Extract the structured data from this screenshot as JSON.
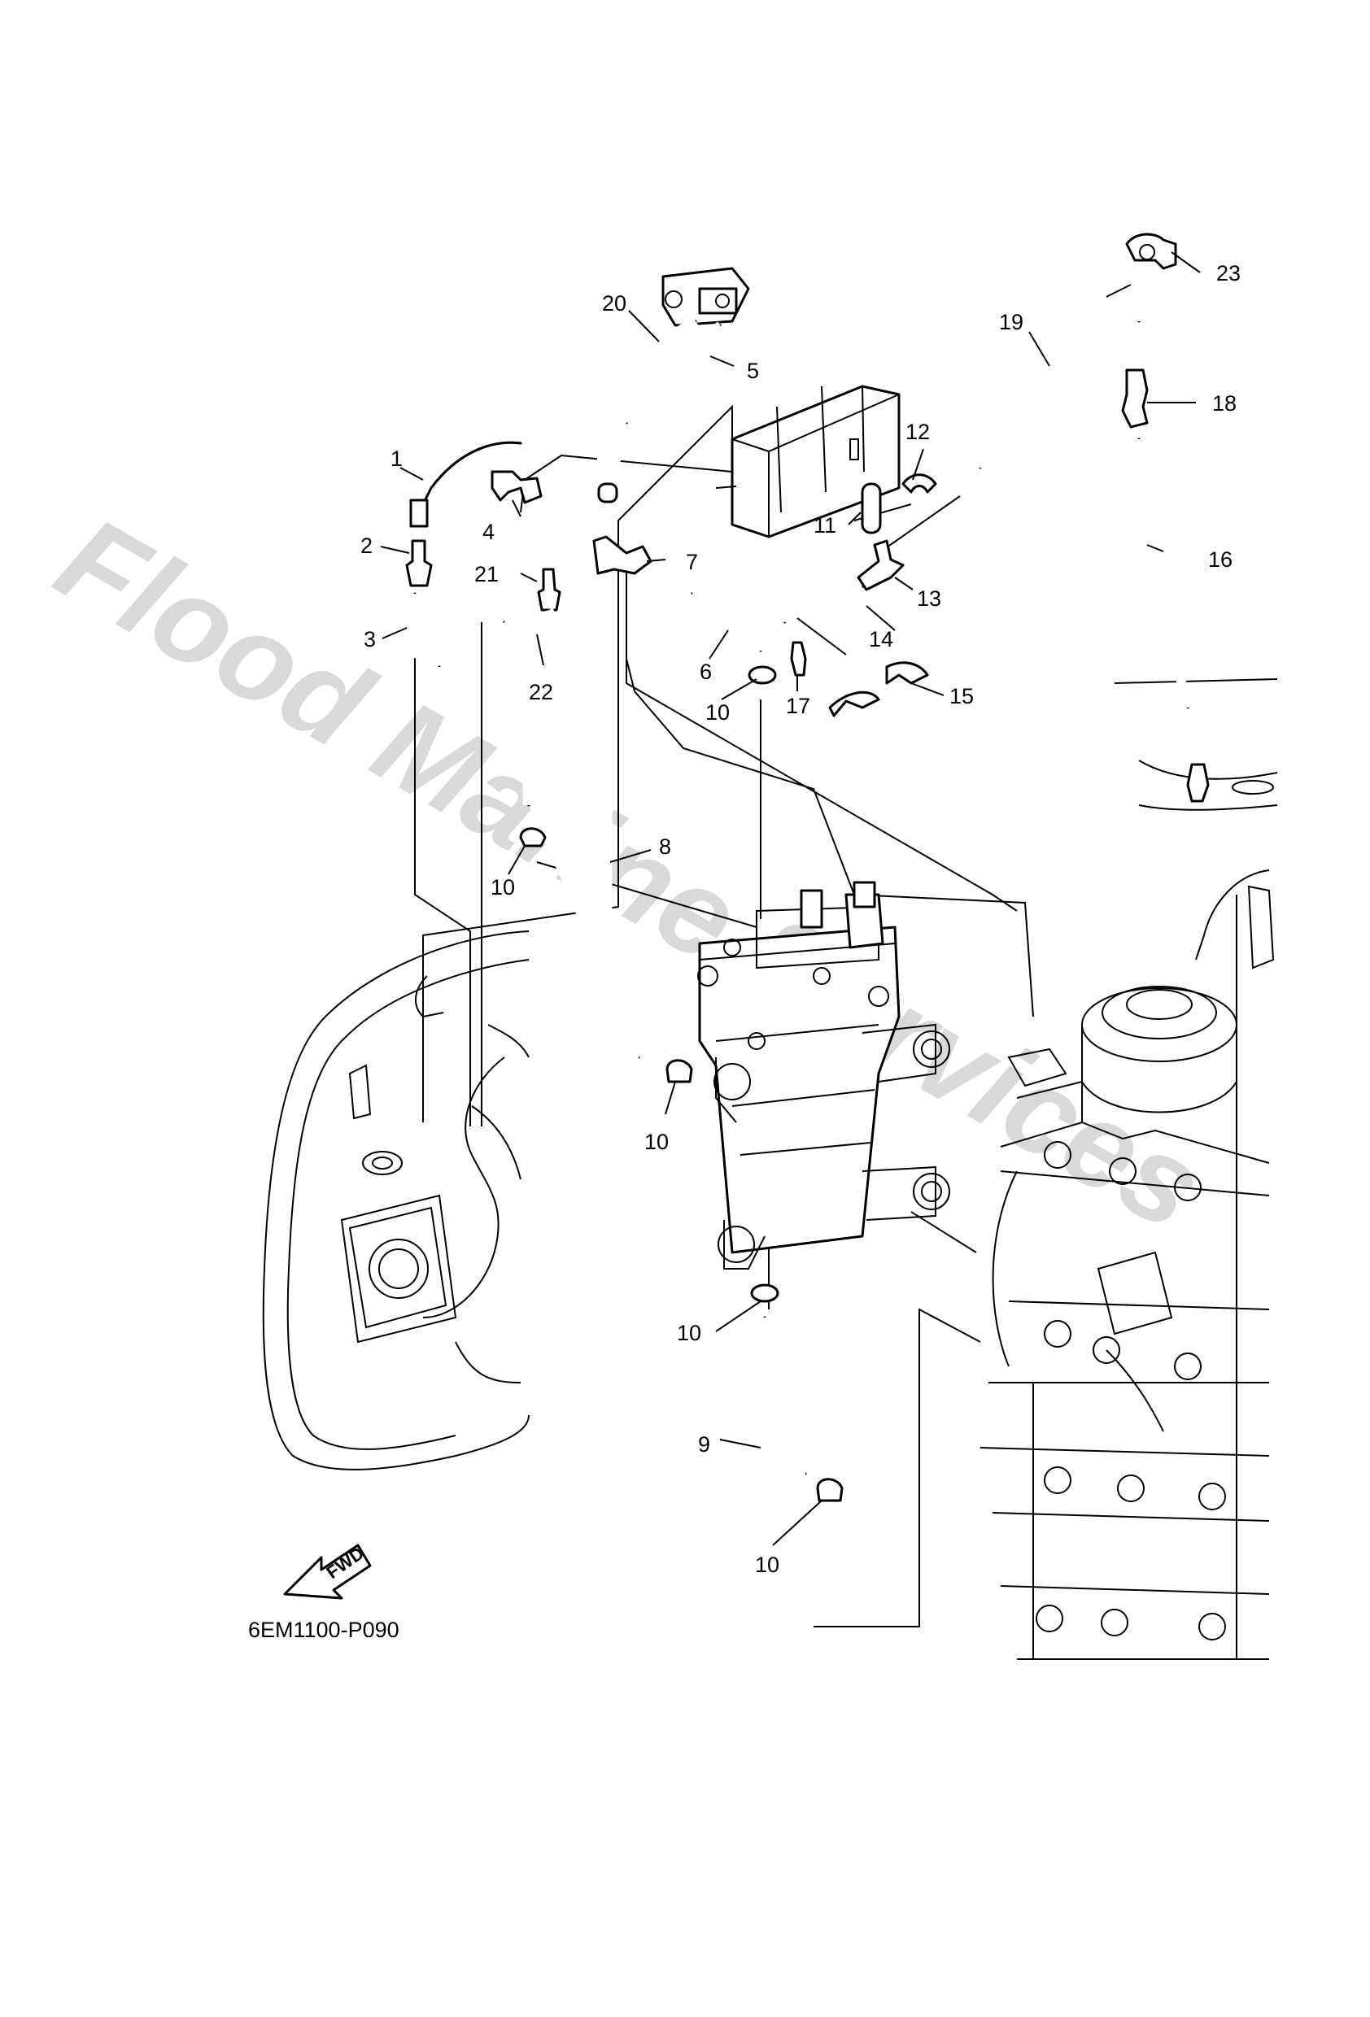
{
  "diagram": {
    "watermark": "Flood Marine Services",
    "drawing_code": "6EM1100-P090",
    "direction_label": "FWD",
    "callouts": [
      {
        "id": "c1",
        "text": "1"
      },
      {
        "id": "c2",
        "text": "2"
      },
      {
        "id": "c3",
        "text": "3"
      },
      {
        "id": "c4",
        "text": "4"
      },
      {
        "id": "c5",
        "text": "5"
      },
      {
        "id": "c6",
        "text": "6"
      },
      {
        "id": "c7",
        "text": "7"
      },
      {
        "id": "c8",
        "text": "8"
      },
      {
        "id": "c9",
        "text": "9"
      },
      {
        "id": "c10a",
        "text": "10"
      },
      {
        "id": "c10b",
        "text": "10"
      },
      {
        "id": "c10c",
        "text": "10"
      },
      {
        "id": "c10d",
        "text": "10"
      },
      {
        "id": "c10e",
        "text": "10"
      },
      {
        "id": "c11",
        "text": "11"
      },
      {
        "id": "c12",
        "text": "12"
      },
      {
        "id": "c13",
        "text": "13"
      },
      {
        "id": "c14",
        "text": "14"
      },
      {
        "id": "c15",
        "text": "15"
      },
      {
        "id": "c16",
        "text": "16"
      },
      {
        "id": "c17",
        "text": "17"
      },
      {
        "id": "c18",
        "text": "18"
      },
      {
        "id": "c19",
        "text": "19"
      },
      {
        "id": "c20",
        "text": "20"
      },
      {
        "id": "c21",
        "text": "21"
      },
      {
        "id": "c22",
        "text": "22"
      },
      {
        "id": "c23",
        "text": "23"
      }
    ]
  }
}
